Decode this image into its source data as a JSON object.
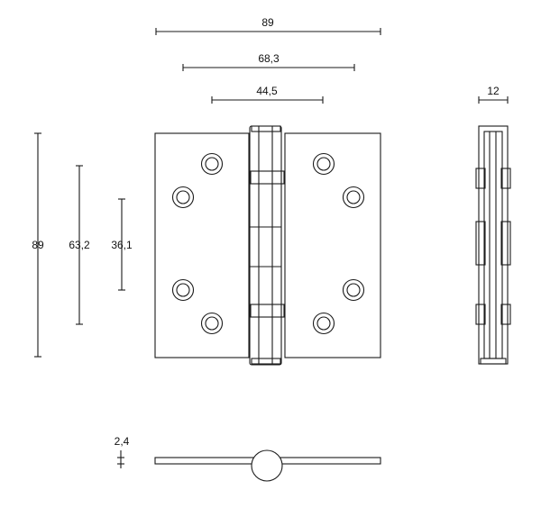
{
  "dimensions": {
    "overall_width": "89",
    "outer_hole_spacing": "68,3",
    "inner_hole_spacing": "44,5",
    "thickness": "12",
    "overall_height": "89",
    "outer_hole_height": "63,2",
    "inner_hole_height": "36,1",
    "plate_thickness": "2,4"
  },
  "colors": {
    "line": "#1a1a1a",
    "background": "#ffffff"
  }
}
